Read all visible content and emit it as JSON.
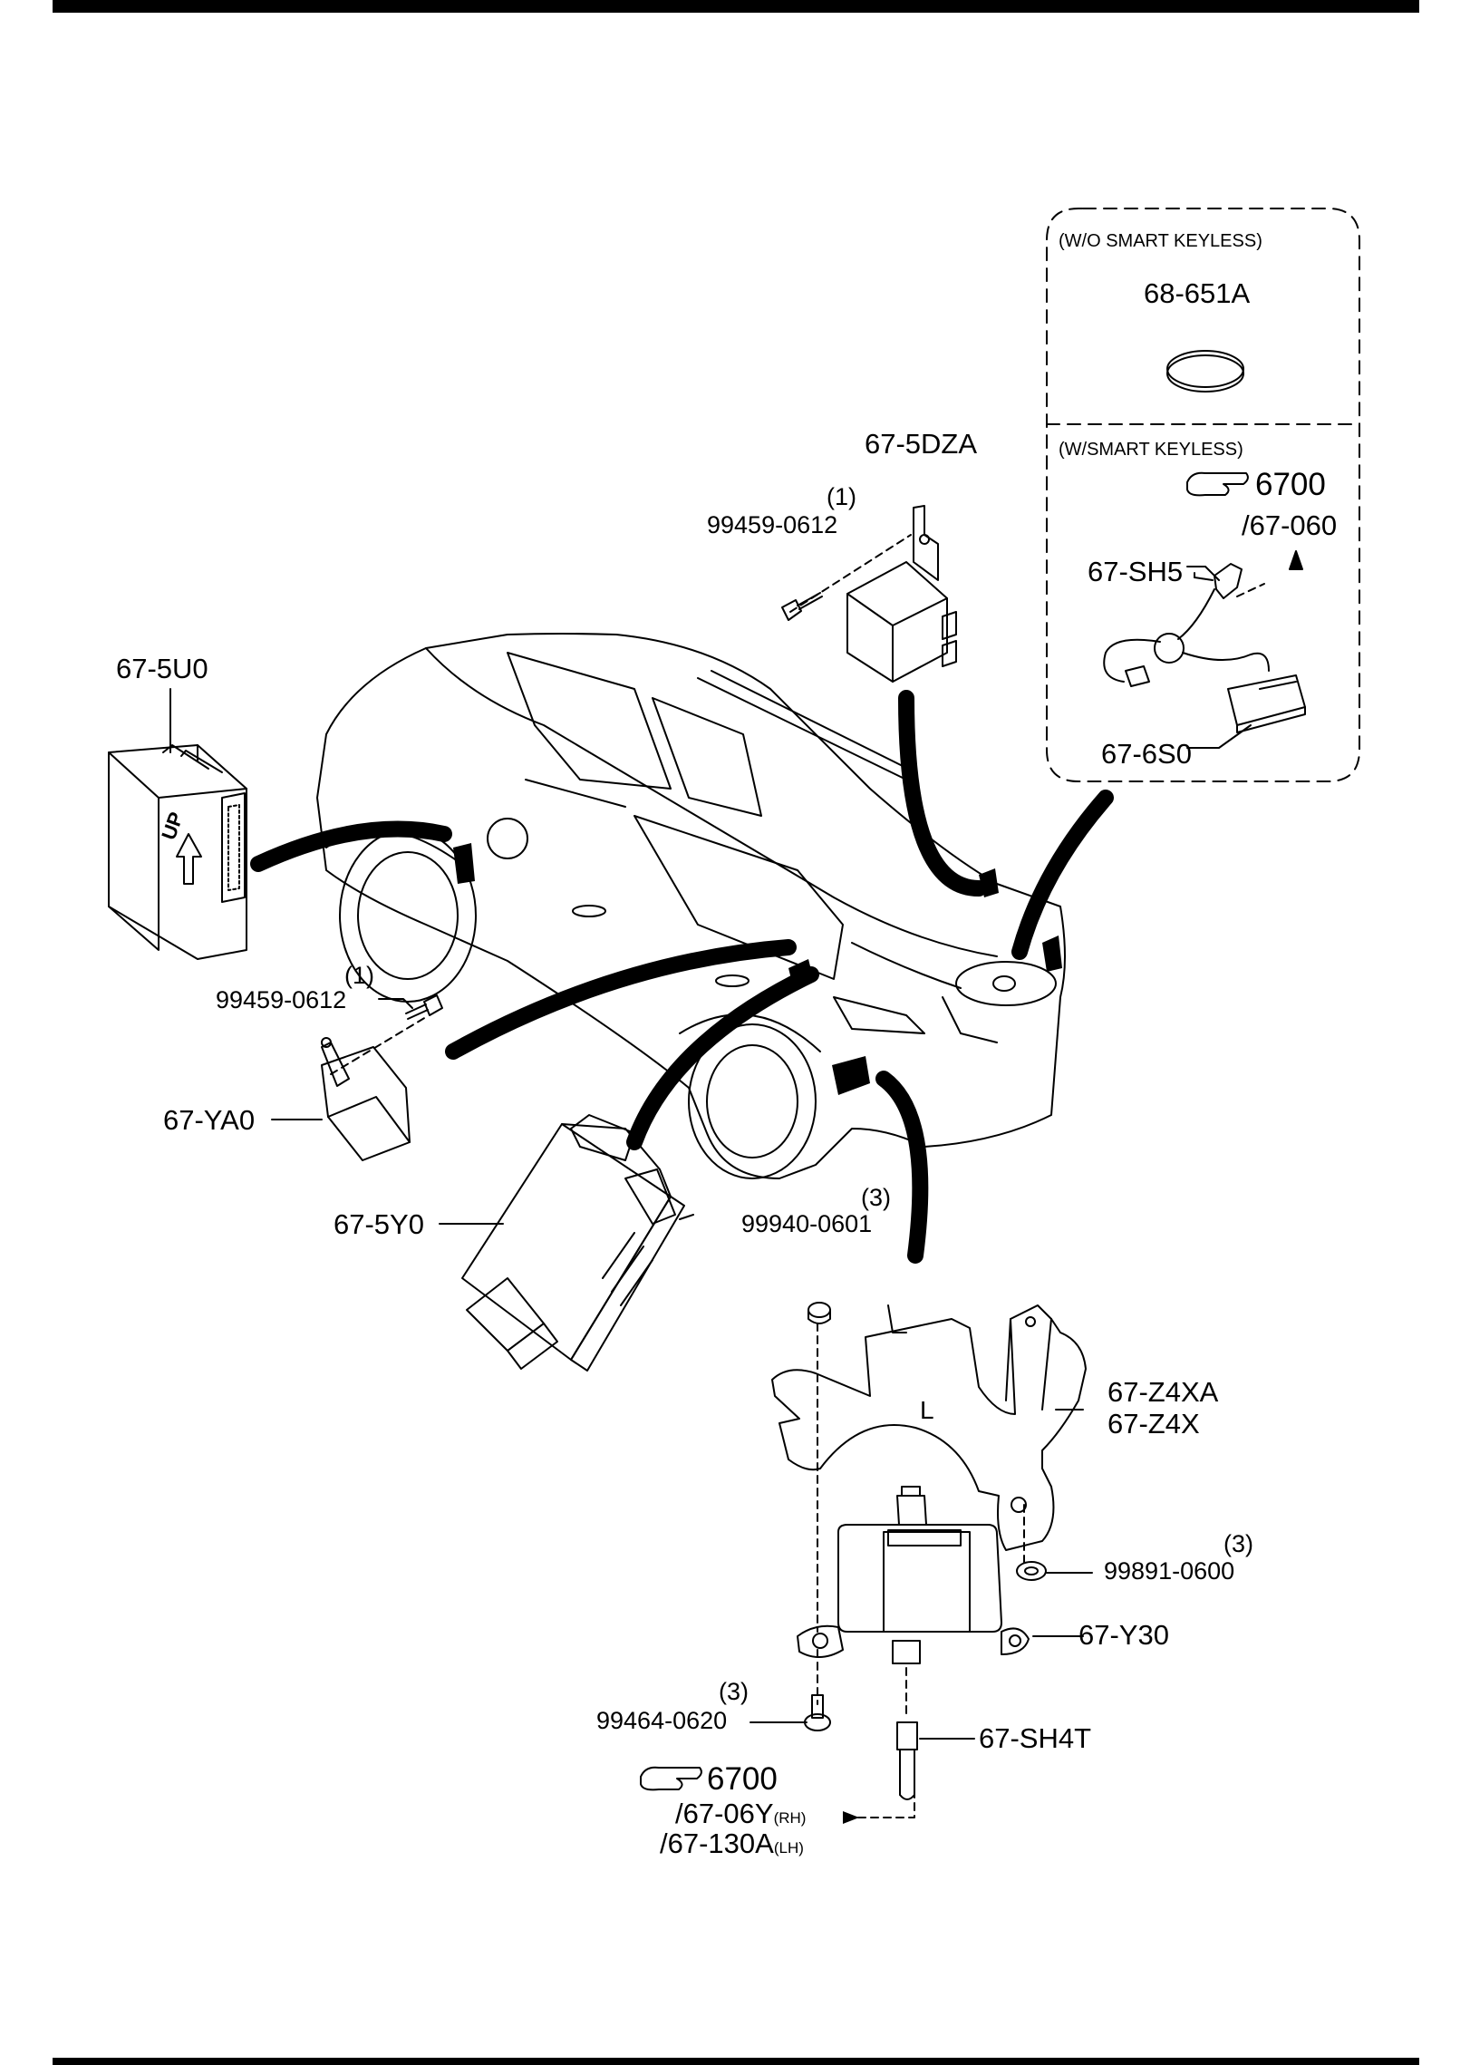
{
  "options": {
    "wo_smart_keyless": "(W/O SMART KEYLESS)",
    "w_smart_keyless": "(W/SMART KEYLESS)"
  },
  "parts": {
    "p68_651A": "68-651A",
    "p67_5DZA": "67-5DZA",
    "p67_SH5": "67-SH5",
    "p67_6S0": "67-6S0",
    "p67_5U0": "67-5U0",
    "p67_YA0": "67-YA0",
    "p67_5Y0": "67-5Y0",
    "p67_Z4XA": "67-Z4XA",
    "p67_Z4X": "67-Z4X",
    "p67_Y30": "67-Y30",
    "p67_SH4T": "67-SH4T"
  },
  "fasteners": {
    "bolt_top": {
      "number": "99459-0612",
      "qty": "(1)"
    },
    "bolt_left": {
      "number": "99459-0612",
      "qty": "(1)"
    },
    "nut_top": {
      "number": "99940-0601",
      "qty": "(3)"
    },
    "nut_right": {
      "number": "99891-0600",
      "qty": "(3)"
    },
    "bolt_bottom": {
      "number": "99464-0620",
      "qty": "(3)"
    }
  },
  "refs": {
    "top": {
      "group": "6700",
      "line1": "/67-060"
    },
    "bottom": {
      "group": "6700",
      "line1": "/67-06Y",
      "line1_suffix": "(RH)",
      "line2": "/67-130A",
      "line2_suffix": "(LH)"
    }
  },
  "markings": {
    "up_label": "UP",
    "bracket_l": "L"
  },
  "icons": {
    "ref_pointer": "pointing-hand-icon"
  }
}
